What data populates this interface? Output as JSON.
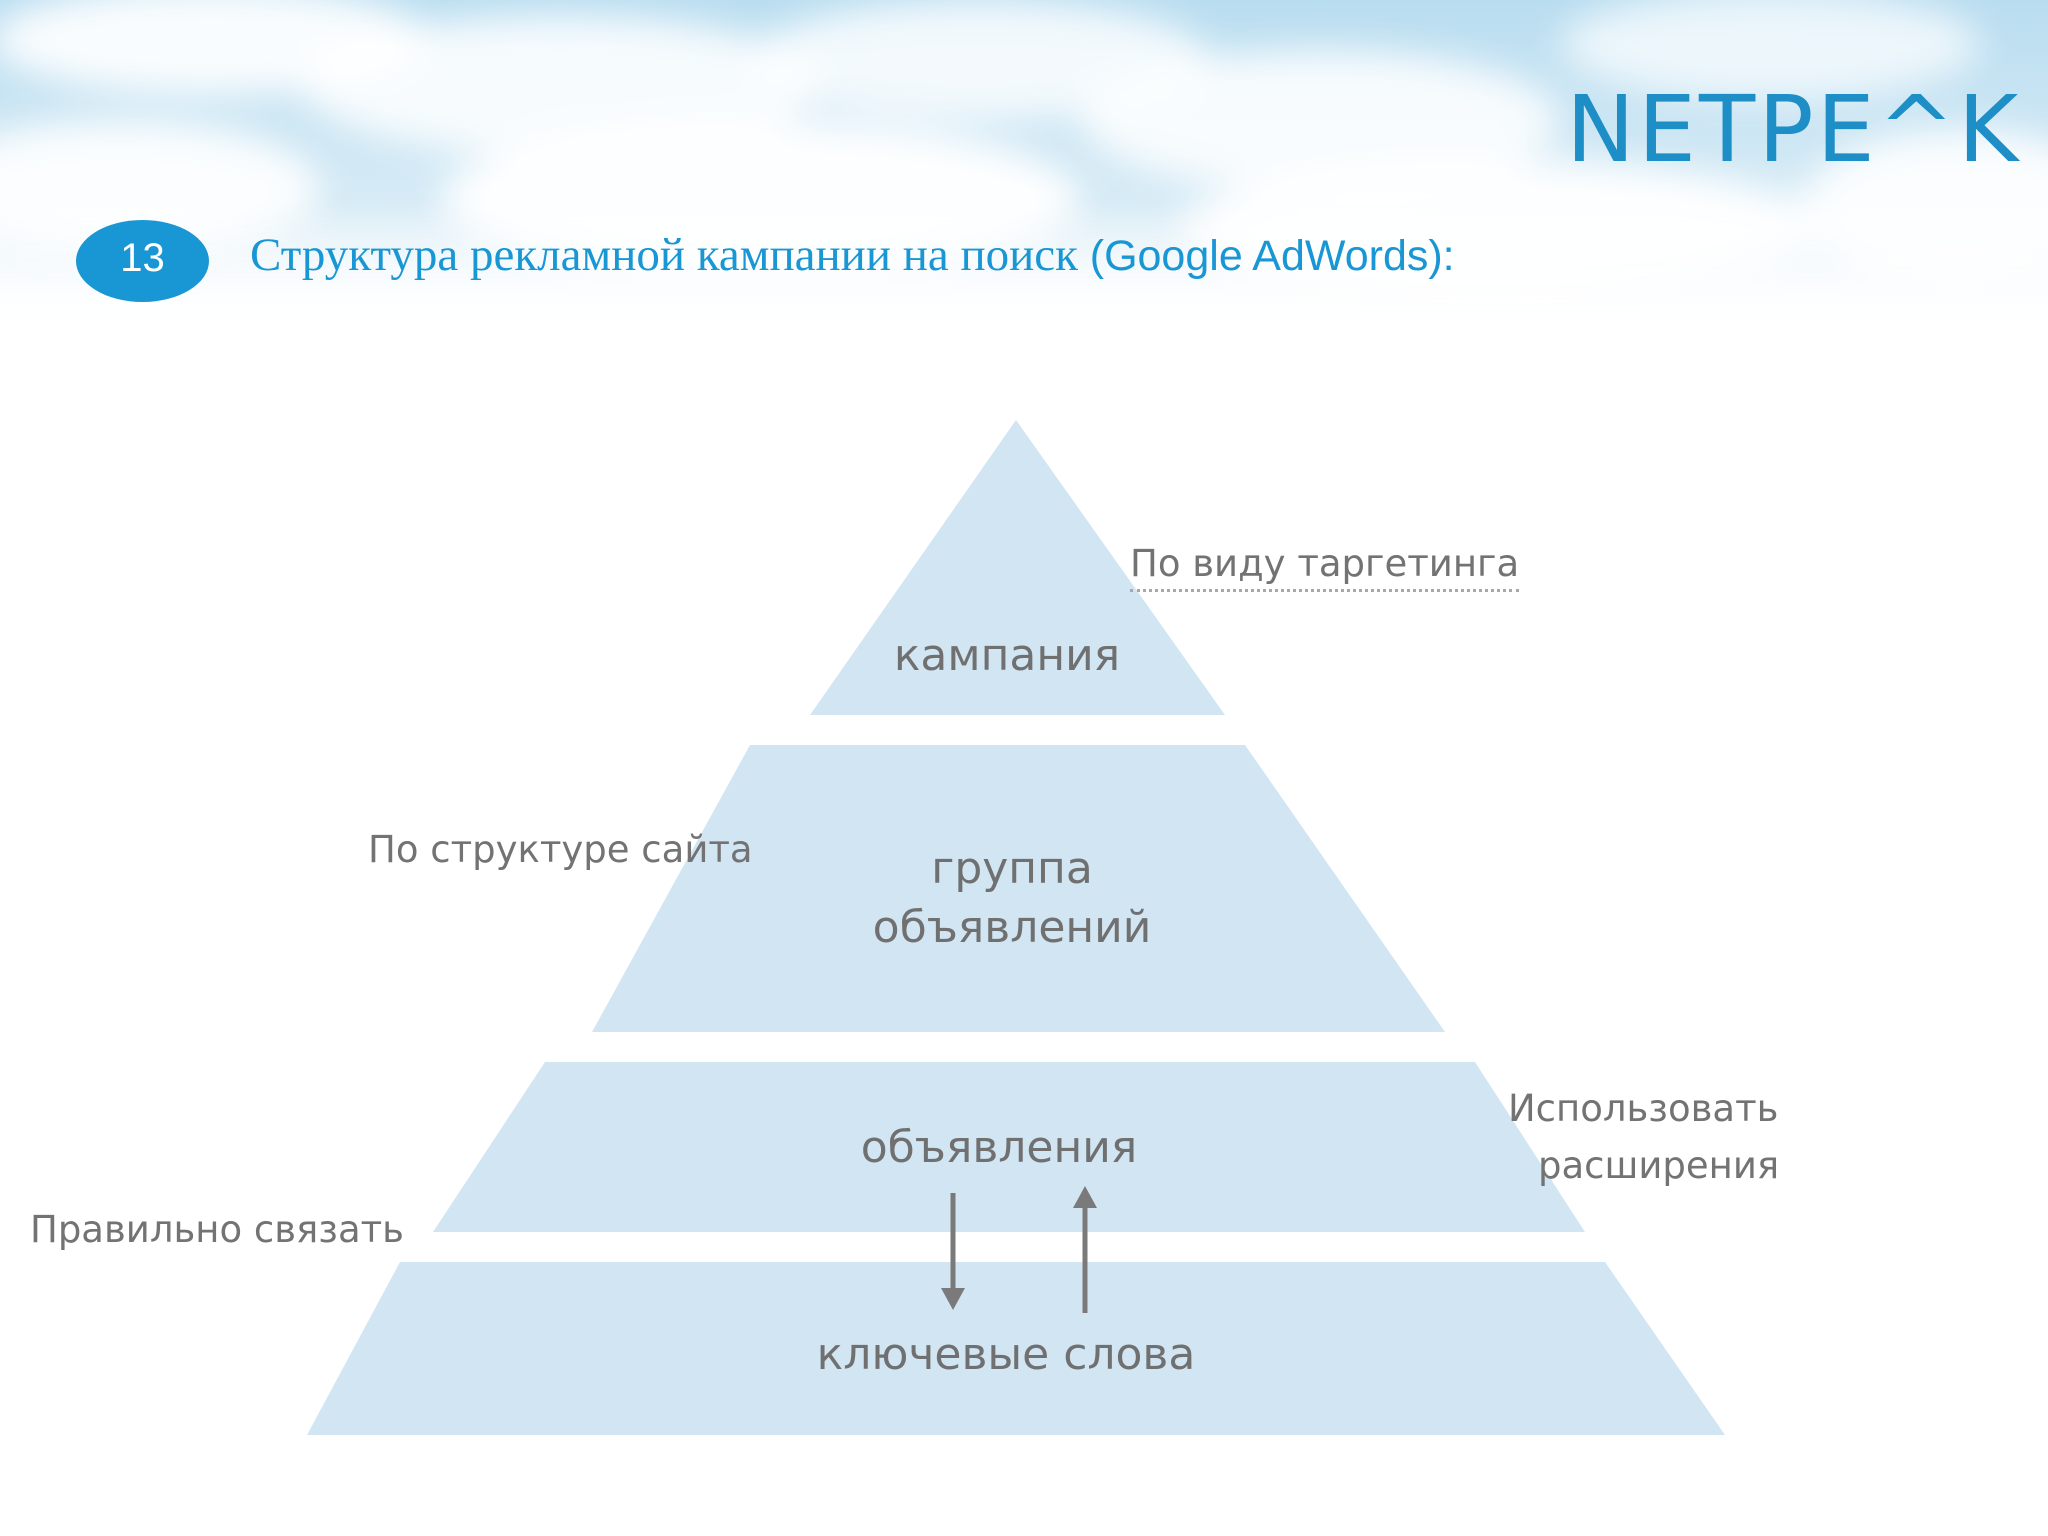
{
  "brand": {
    "logo_text": "NETPE^K",
    "accent_color": "#1996d4"
  },
  "slide": {
    "number": "13",
    "title_cyrillic": "Структура рекламной кампании на поиск ",
    "title_latin": "(Google AdWords):"
  },
  "pyramid": {
    "fill_color": "#d1e5f3",
    "tiers": [
      {
        "label_lines": [
          "кампания"
        ]
      },
      {
        "label_lines": [
          "группа",
          "объявлений"
        ]
      },
      {
        "label_lines": [
          "объявления"
        ]
      },
      {
        "label_lines": [
          "ключевые слова"
        ]
      }
    ],
    "connector_icons": [
      "arrow-down-icon",
      "arrow-up-icon"
    ]
  },
  "notes": {
    "targeting": "По виду таргетинга",
    "site_structure": "По структуре сайта",
    "extensions_lines": [
      "Использовать",
      "расширения"
    ],
    "link_correctly": "Правильно связать"
  }
}
